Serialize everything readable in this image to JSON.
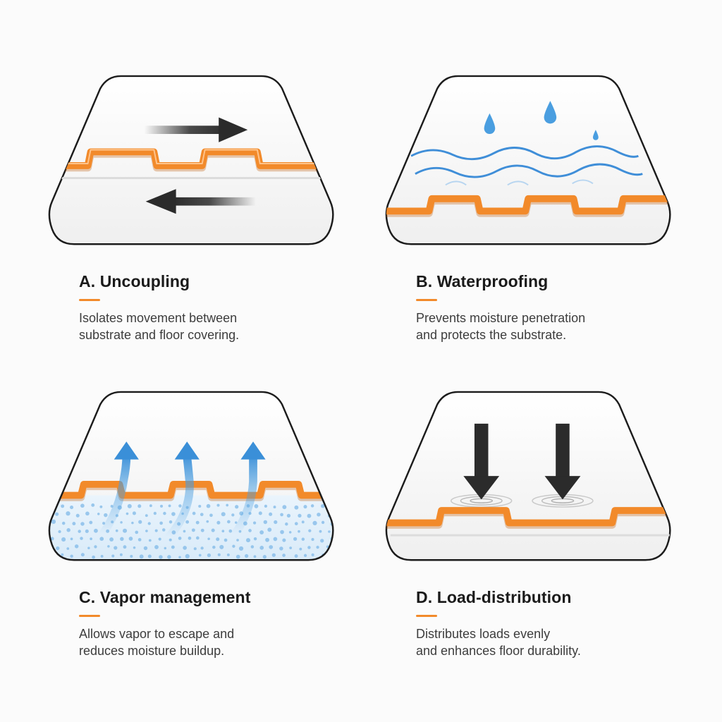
{
  "colors": {
    "accent": "#f28a2a",
    "water_blue": "#3f8ed8",
    "arrow_dark": "#2b2b2b",
    "frame": "#1c1c1c"
  },
  "panels": [
    {
      "title": "A. Uncoupling",
      "desc_line1": "Isolates movement between",
      "desc_line2": "substrate and floor covering.",
      "icon": "uncoupling-icon"
    },
    {
      "title": "B. Waterproofing",
      "desc_line1": "Prevents moisture penetration",
      "desc_line2": "and protects the substrate.",
      "icon": "waterproofing-icon"
    },
    {
      "title": "C. Vapor management",
      "desc_line1": "Allows vapor to escape and",
      "desc_line2": "reduces moisture buildup.",
      "icon": "vapor-management-icon"
    },
    {
      "title": "D. Load-distribution",
      "desc_line1": "Distributes loads evenly",
      "desc_line2": "and enhances floor durability.",
      "icon": "load-distribution-icon"
    }
  ]
}
